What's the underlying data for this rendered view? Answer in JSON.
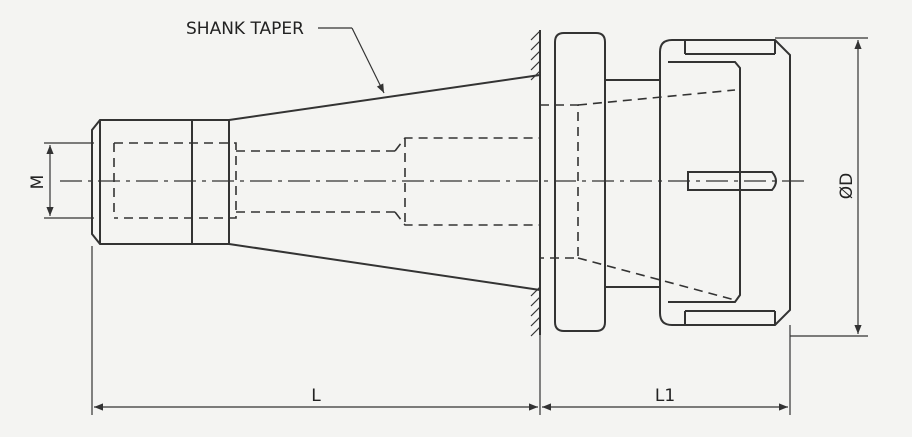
{
  "labels": {
    "shank_taper": "SHANK TAPER",
    "m": "M",
    "l": "L",
    "l1": "L1",
    "od": "ØD"
  },
  "colors": {
    "line": "#333333",
    "background": "#f4f4f2"
  }
}
